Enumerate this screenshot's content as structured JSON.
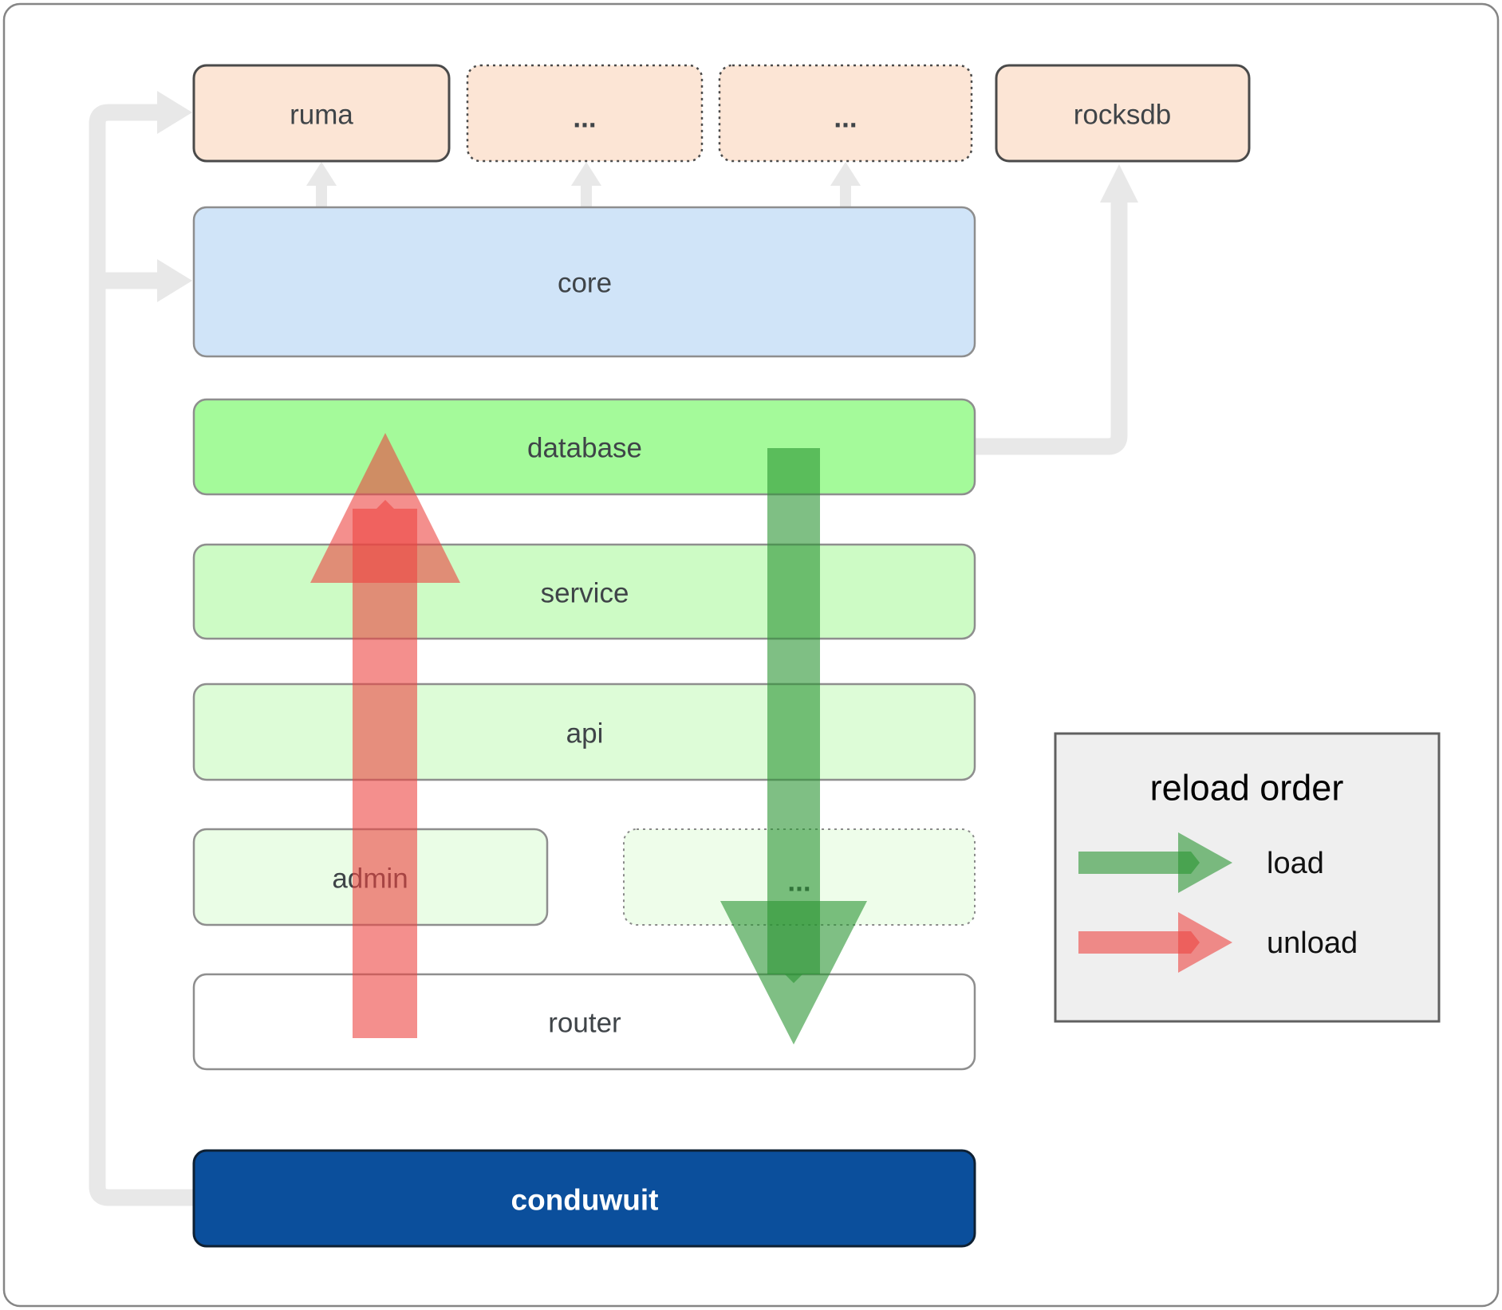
{
  "diagram": {
    "nodes": {
      "ruma": {
        "label": "ruma"
      },
      "crate_more_1": {
        "label": "..."
      },
      "crate_more_2": {
        "label": "..."
      },
      "rocksdb": {
        "label": "rocksdb"
      },
      "core": {
        "label": "core"
      },
      "database": {
        "label": "database"
      },
      "service": {
        "label": "service"
      },
      "api": {
        "label": "api"
      },
      "admin": {
        "label": "admin"
      },
      "module_more": {
        "label": "..."
      },
      "router": {
        "label": "router"
      },
      "conduwuit": {
        "label": "conduwuit"
      }
    },
    "legend": {
      "title": "reload order",
      "items": [
        {
          "label": "load"
        },
        {
          "label": "unload"
        }
      ]
    },
    "colors": {
      "crate_fill": "#fce5d5",
      "core_fill": "#d0e4f8",
      "database_fill": "#a4fa9a",
      "service_fill": "#cdfbc5",
      "api_fill": "#ddfcd7",
      "admin_fill": "#eafde6",
      "module_fill": "#eefdea",
      "router_fill": "#ffffff",
      "conduwuit_fill": "#0b4f9c",
      "load_green": "#2a9432",
      "unload_red": "#ec4541",
      "connector_gray": "#e8e8e8",
      "legend_fill": "#efefef"
    }
  }
}
